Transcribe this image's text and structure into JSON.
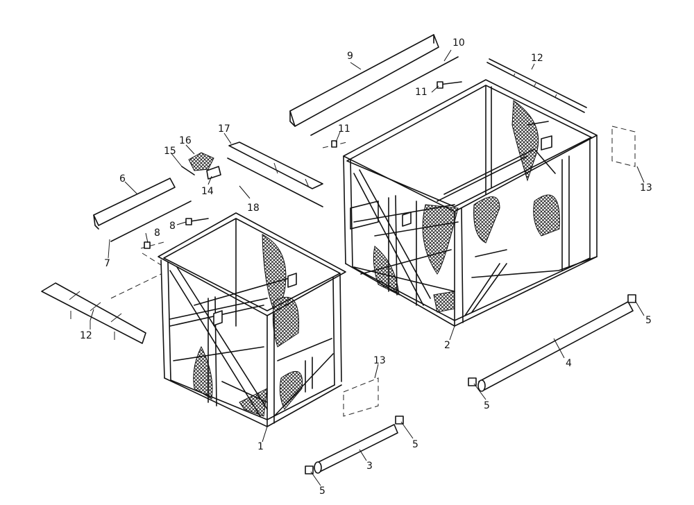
{
  "callouts": [
    {
      "id": "1",
      "text": "1"
    },
    {
      "id": "2",
      "text": "2"
    },
    {
      "id": "3",
      "text": "3"
    },
    {
      "id": "4",
      "text": "4"
    },
    {
      "id": "5a",
      "text": "5"
    },
    {
      "id": "5b",
      "text": "5"
    },
    {
      "id": "5c",
      "text": "5"
    },
    {
      "id": "5d",
      "text": "5"
    },
    {
      "id": "6",
      "text": "6"
    },
    {
      "id": "7",
      "text": "7"
    },
    {
      "id": "8a",
      "text": "8"
    },
    {
      "id": "8b",
      "text": "8"
    },
    {
      "id": "9",
      "text": "9"
    },
    {
      "id": "10",
      "text": "10"
    },
    {
      "id": "11a",
      "text": "11"
    },
    {
      "id": "11b",
      "text": "11"
    },
    {
      "id": "12a",
      "text": "12"
    },
    {
      "id": "12b",
      "text": "12"
    },
    {
      "id": "13a",
      "text": "13"
    },
    {
      "id": "13b",
      "text": "13"
    },
    {
      "id": "14",
      "text": "14"
    },
    {
      "id": "15",
      "text": "15"
    },
    {
      "id": "16",
      "text": "16"
    },
    {
      "id": "17",
      "text": "17"
    },
    {
      "id": "18",
      "text": "18"
    }
  ]
}
